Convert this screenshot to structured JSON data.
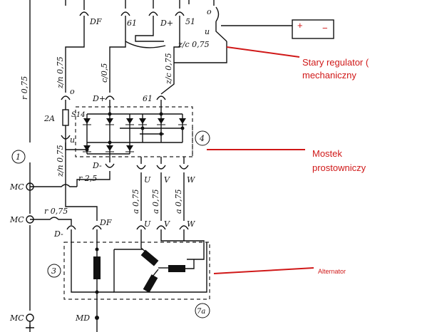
{
  "top_terminals": {
    "df": "DF",
    "t61": "61",
    "dplus": "D+",
    "t51": "51",
    "o": "o",
    "u": "u"
  },
  "battery": {
    "plus": "+",
    "minus": "−"
  },
  "wires": {
    "zn075": "z/n 0,75",
    "c25": "c/0,5",
    "zc075_a": "z/c 0,75",
    "zc075_b": "z/c 0,75",
    "r075": "r 0,75",
    "zn075_b": "z/n 0,75",
    "r25": "r 2,5",
    "r075_b": "r 0,75",
    "a075_u": "a 0,75",
    "a075_v": "a 0,75",
    "a075_w": "a 0,75"
  },
  "rectifier": {
    "dplus": "D+",
    "t61": "61",
    "o": "o",
    "fuse": "2A",
    "s14": "S14",
    "u": "u",
    "dminus": "D-",
    "U": "U",
    "V": "V",
    "W": "W",
    "number": "4"
  },
  "ground": {
    "mc1": "MC",
    "mc2": "MC",
    "mc3": "MC",
    "md": "MD",
    "num1": "1"
  },
  "alternator": {
    "dminus": "D-",
    "df": "DF",
    "U": "U",
    "V": "V",
    "W": "W",
    "num3": "3",
    "num7a": "7a"
  },
  "annotations": {
    "regulator_line1": "Stary regulator (",
    "regulator_line2": "mechaniczny",
    "bridge_line1": "Mostek",
    "bridge_line2": "prostowniczy",
    "alternator": "Alternator"
  }
}
